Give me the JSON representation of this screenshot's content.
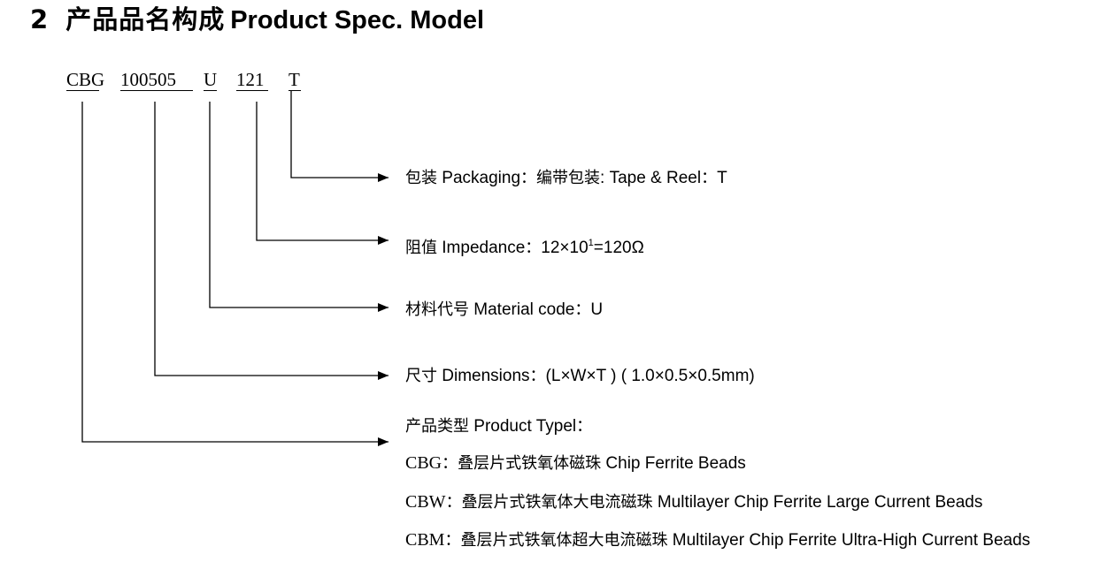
{
  "heading": {
    "number": "2",
    "title_cn": "产品品名构成",
    "title_en": "Product Spec. Model"
  },
  "model_code": {
    "parts": [
      "CBG",
      "100505",
      "U",
      "121",
      "T"
    ]
  },
  "descriptions": {
    "packaging": {
      "label_cn": "包装",
      "label_en": "Packaging",
      "sep1": "：",
      "value_cn": "编带包装",
      "value_en": ": Tape & Reel",
      "sep2": "：",
      "code": "T"
    },
    "impedance": {
      "label_cn": "阻值",
      "label_en": "Impedance",
      "sep": "：",
      "formula_base": "12×10",
      "formula_exp": "1",
      "formula_result": "=120Ω"
    },
    "material": {
      "label_cn": "材料代号",
      "label_en": "Material code",
      "sep": "：",
      "code": "U"
    },
    "dimensions": {
      "label_cn": "尺寸",
      "label_en": "Dimensions",
      "sep": "：",
      "value": "(L×W×T ) ( 1.0×0.5×0.5mm)"
    },
    "product_type": {
      "label_cn": "产品类型",
      "label_en": "Product Typel",
      "sep": "：",
      "types": [
        {
          "code": "CBG",
          "sep": "：",
          "cn": "叠层片式铁氧体磁珠",
          "en": "Chip Ferrite Beads"
        },
        {
          "code": "CBW",
          "sep": "：",
          "cn": "叠层片式铁氧体大电流磁珠",
          "en": "Multilayer Chip Ferrite Large Current Beads"
        },
        {
          "code": "CBM",
          "sep": "：",
          "cn": "叠层片式铁氧体超大电流磁珠",
          "en": "Multilayer Chip Ferrite Ultra-High Current Beads"
        }
      ]
    }
  }
}
